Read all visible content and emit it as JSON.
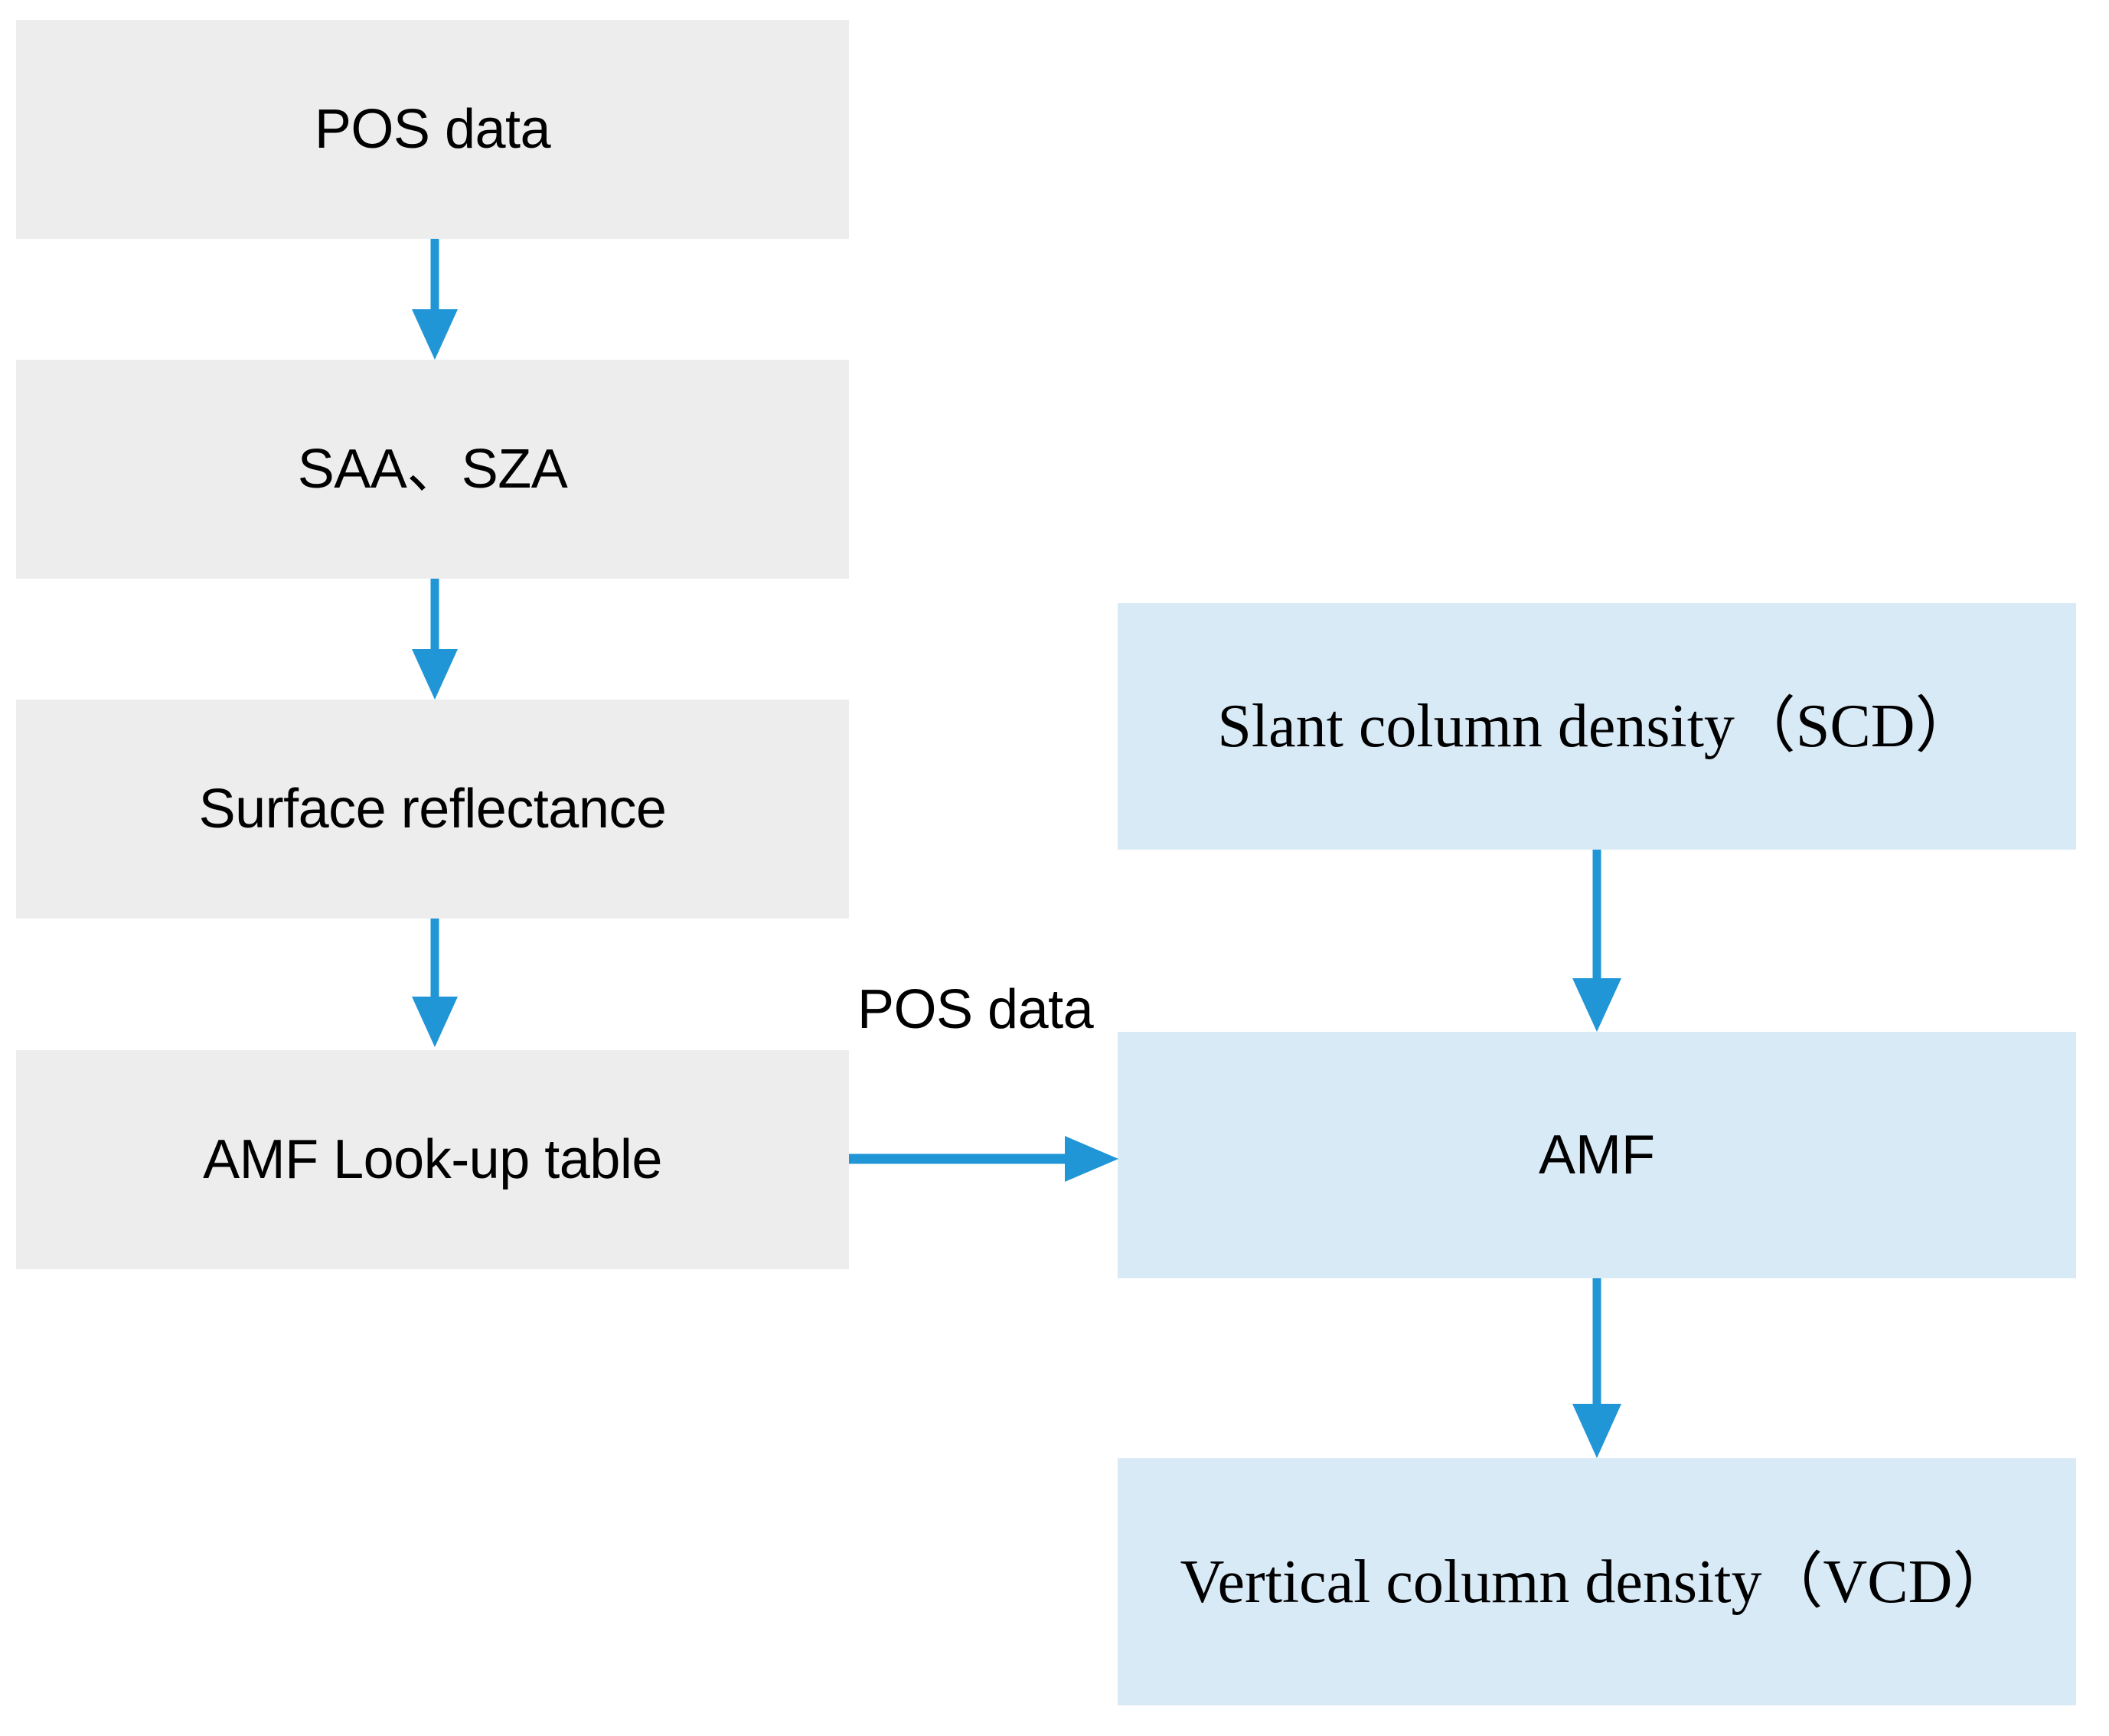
{
  "diagram": {
    "title": "AMF / column density retrieval flowchart",
    "colors": {
      "input_box_fill": "#ededed",
      "retrieval_box_fill": "#d9eaf7",
      "arrow": "#2196d6",
      "text": "#000000",
      "background": "#ffffff"
    },
    "left_column": {
      "nodes": [
        {
          "id": "pos-data",
          "label": "POS data"
        },
        {
          "id": "saa-sza",
          "label": "SAA、SZA"
        },
        {
          "id": "surface-reflectance",
          "label": "Surface reflectance"
        },
        {
          "id": "amf-lut",
          "label": "AMF Look-up table"
        }
      ]
    },
    "right_column": {
      "nodes": [
        {
          "id": "scd",
          "label": "Slant column density（SCD）"
        },
        {
          "id": "amf",
          "label": "AMF"
        },
        {
          "id": "vcd",
          "label": "Vertical column density（VCD）"
        }
      ]
    },
    "edges": [
      {
        "id": "pos-to-saa",
        "from": "pos-data",
        "to": "saa-sza",
        "label": "",
        "direction": "down"
      },
      {
        "id": "saa-to-surface",
        "from": "saa-sza",
        "to": "surface-reflectance",
        "label": "",
        "direction": "down"
      },
      {
        "id": "surface-to-lut",
        "from": "surface-reflectance",
        "to": "amf-lut",
        "label": "",
        "direction": "down"
      },
      {
        "id": "lut-to-amf",
        "from": "amf-lut",
        "to": "amf",
        "label": "POS data",
        "direction": "right"
      },
      {
        "id": "scd-to-amf",
        "from": "scd",
        "to": "amf",
        "label": "",
        "direction": "down"
      },
      {
        "id": "amf-to-vcd",
        "from": "amf",
        "to": "vcd",
        "label": "",
        "direction": "down"
      }
    ]
  }
}
